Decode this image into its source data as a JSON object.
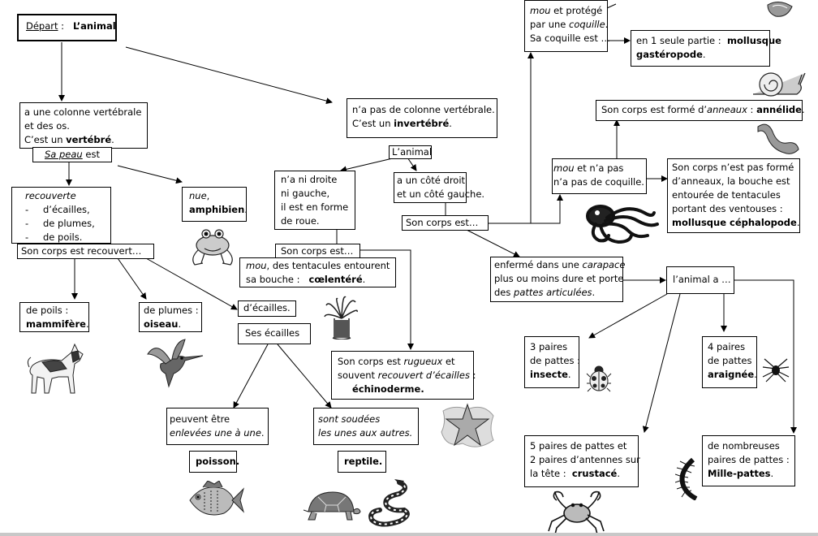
{
  "start": {
    "label": "Départ",
    "sep": " :   ",
    "value": "L’animal"
  },
  "vertebre": {
    "l1": "a une colonne vertébrale",
    "l2": "et des os.",
    "l3a": "C’est un ",
    "l3b": "vertébré",
    "l3c": "."
  },
  "peau": {
    "a": "Sa peau",
    "b": " est"
  },
  "recouverte": {
    "head": "recouverte",
    "i1": "d’écailles,",
    "i2": "de plumes,",
    "i3": "de poils.",
    "dash": "-"
  },
  "nue": {
    "a": "nue",
    "b": ",",
    "c": "amphibien",
    "d": "."
  },
  "corps_recouvert": "Son corps est recouvert…",
  "poils": {
    "a": "de poils :",
    "b": "mammifère",
    "c": "."
  },
  "plumes": {
    "a": "de plumes :",
    "b": "oiseau",
    "c": "."
  },
  "ecailles": "d’écailles.",
  "ses_ecailles": "Ses écailles",
  "enlevees": {
    "l1": "peuvent être",
    "l2": "enlevées une à une",
    "l2b": "."
  },
  "poisson": "poisson.",
  "soudees": {
    "l1": "sont soudées",
    "l2": "les unes aux autres."
  },
  "reptile": "reptile.",
  "invertebre": {
    "l1": "n’a pas de colonne vertébrale.",
    "l2a": "C’est un ",
    "l2b": "invertébré",
    "l2c": "."
  },
  "animal_mid": "L’animal",
  "roue": {
    "l1": "n’a ni droite",
    "l2": "ni gauche,",
    "l3": "il est en forme",
    "l4": "de roue."
  },
  "corps_est_left": "Son corps est…",
  "tentacules": {
    "l1a": "mou",
    "l1b": ", des tentacules entourent",
    "l2a": "sa bouche :   ",
    "l2b": "cœlentéré",
    "l2c": "."
  },
  "rugueux": {
    "l1a": "Son corps est ",
    "l1b": "rugueux",
    "l1c": " et",
    "l2a": "souvent ",
    "l2b": "recouvert d’écailles",
    "l2c": " :",
    "l3": "échinoderme."
  },
  "cote": {
    "l1": "a un côté droit",
    "l2": "et un côté gauche."
  },
  "corps_est_mid": "Son corps est…",
  "coquille": {
    "l1a": "mou",
    "l1b": " et protégé",
    "l2a": "par une ",
    "l2b": "coquille",
    "l2c": ".",
    "l3": "Sa coquille est …"
  },
  "gasteropode": {
    "l1a": "en 1 seule partie :  ",
    "l1b": "mollusque",
    "l2a": "gastéropode",
    "l2b": "."
  },
  "annelide": {
    "a": "Son corps est formé d’",
    "b": "anneaux",
    "c": " : ",
    "d": "annélide",
    "e": "."
  },
  "sans_coquille": {
    "l1a": "mou",
    "l1b": " et n’a pas",
    "l2": "n’a pas de coquille."
  },
  "cephalopode": {
    "l1": "Son corps n’est pas formé",
    "l2": "d’anneaux, la bouche est",
    "l3": "entourée de tentacules",
    "l4": "portant des ventouses :",
    "l5a": "mollusque céphalopode",
    "l5b": "."
  },
  "carapace": {
    "l1a": "enfermé dans une ",
    "l1b": "carapace",
    "l2": "plus ou moins dure et porte",
    "l3a": "des ",
    "l3b": "pattes articulées",
    "l3c": "."
  },
  "animal_a": "l’animal a …",
  "insecte": {
    "l1": "3 paires",
    "l2": "de pattes :",
    "l3a": "insecte",
    "l3b": "."
  },
  "araignee": {
    "l1": "4 paires",
    "l2": "de pattes",
    "l3a": "araignée",
    "l3b": "."
  },
  "crustace": {
    "l1": "5 paires de pattes et",
    "l2": "2 paires d’antennes sur",
    "l3a": "la tête :  ",
    "l3b": "crustacé",
    "l3c": "."
  },
  "millepattes": {
    "l1": "de nombreuses",
    "l2": "paires de pattes :",
    "l3a": "Mille-pattes",
    "l3b": "."
  },
  "icons": [
    "dog-icon",
    "hummingbird-icon",
    "frog-icon",
    "fish-icon",
    "turtle-icon",
    "snake-icon",
    "sea-anemone-icon",
    "starfish-icon",
    "shell-icon",
    "snail-icon",
    "worm-icon",
    "octopus-icon",
    "ladybug-icon",
    "spider-icon",
    "crab-icon",
    "millipede-icon"
  ]
}
